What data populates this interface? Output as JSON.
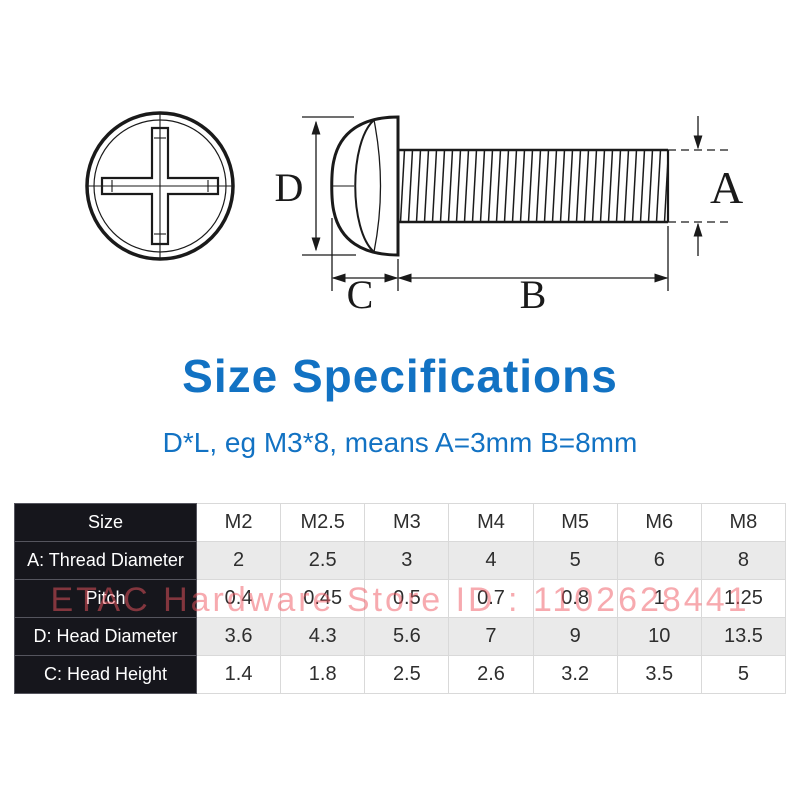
{
  "title": "Size Specifications",
  "subtitle": "D*L, eg M3*8, means A=3mm B=8mm",
  "watermark": "ETAC Hardware Store ID : 1102628441",
  "diagram": {
    "labels": {
      "head_diameter": "D",
      "thread_diameter": "A",
      "shaft_length": "B",
      "head_height": "C"
    }
  },
  "colors": {
    "accent_blue": "#1272c3",
    "table_header_dark": "#16161c",
    "table_row_alt": "#eaeaea",
    "watermark_red": "#f0555f",
    "line_black": "#1a1a1a"
  },
  "table": {
    "columns": [
      "Size",
      "M2",
      "M2.5",
      "M3",
      "M4",
      "M5",
      "M6",
      "M8"
    ],
    "rows": [
      {
        "label": "A: Thread Diameter",
        "values": [
          "2",
          "2.5",
          "3",
          "4",
          "5",
          "6",
          "8"
        ]
      },
      {
        "label": "Pitch",
        "values": [
          "0.4",
          "0.45",
          "0.5",
          "0.7",
          "0.8",
          "1",
          "1.25"
        ]
      },
      {
        "label": "D: Head Diameter",
        "values": [
          "3.6",
          "4.3",
          "5.6",
          "7",
          "9",
          "10",
          "13.5"
        ]
      },
      {
        "label": "C: Head Height",
        "values": [
          "1.4",
          "1.8",
          "2.5",
          "2.6",
          "3.2",
          "3.5",
          "5"
        ]
      }
    ]
  }
}
